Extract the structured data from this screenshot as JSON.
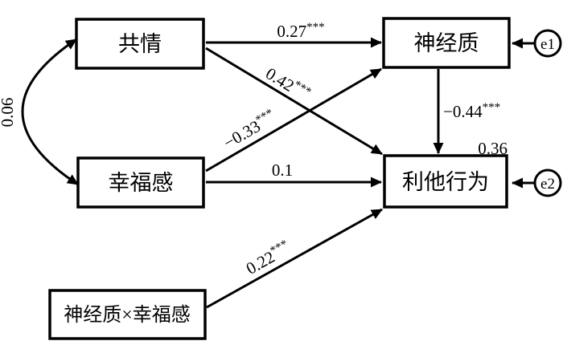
{
  "diagram": {
    "type": "sem-path-model",
    "nodes": {
      "empathy": {
        "label": "共情"
      },
      "wellbeing": {
        "label": "幸福感"
      },
      "neuroticism": {
        "label": "神经质"
      },
      "altruism": {
        "label": "利他行为"
      },
      "interaction": {
        "label": "神经质×幸福感"
      },
      "e1": {
        "label": "e1"
      },
      "e2": {
        "label": "e2"
      }
    },
    "coefficients": {
      "empathy_to_neuroticism": {
        "value": "0.27",
        "stars": "***"
      },
      "empathy_to_altruism": {
        "value": "0.42",
        "stars": "***"
      },
      "wellbeing_to_neuroticism": {
        "value": "−0.33",
        "stars": "***"
      },
      "wellbeing_to_altruism": {
        "value": "0.1",
        "stars": ""
      },
      "neuroticism_to_altruism": {
        "value": "−0.44",
        "stars": "***"
      },
      "interaction_to_altruism": {
        "value": "0.22",
        "stars": "***"
      },
      "empathy_wellbeing_covariance": {
        "value": "0.06",
        "stars": ""
      },
      "altruism_r_squared": {
        "value": "0.36",
        "stars": ""
      }
    },
    "edges": [
      {
        "from": "empathy",
        "to": "neuroticism",
        "type": "directed",
        "coefficient": "0.27***"
      },
      {
        "from": "empathy",
        "to": "altruism",
        "type": "directed",
        "coefficient": "0.42***"
      },
      {
        "from": "wellbeing",
        "to": "neuroticism",
        "type": "directed",
        "coefficient": "−0.33***"
      },
      {
        "from": "wellbeing",
        "to": "altruism",
        "type": "directed",
        "coefficient": "0.1"
      },
      {
        "from": "neuroticism",
        "to": "altruism",
        "type": "directed",
        "coefficient": "−0.44***"
      },
      {
        "from": "interaction",
        "to": "altruism",
        "type": "directed",
        "coefficient": "0.22***"
      },
      {
        "from": "e1",
        "to": "neuroticism",
        "type": "error",
        "coefficient": ""
      },
      {
        "from": "e2",
        "to": "altruism",
        "type": "error",
        "coefficient": ""
      },
      {
        "from": "empathy",
        "to": "wellbeing",
        "type": "bidirectional",
        "coefficient": "0.06"
      }
    ],
    "colors": {
      "stroke": "#000000",
      "node_fill": "#ffffff",
      "background": "#ffffff"
    }
  }
}
